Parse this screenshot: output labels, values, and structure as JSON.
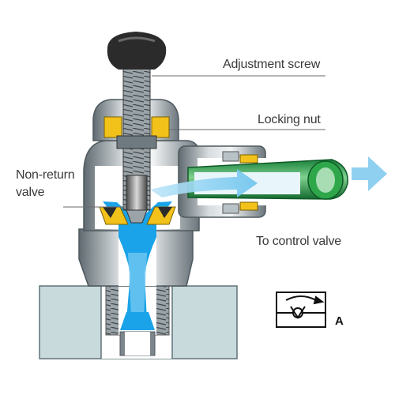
{
  "labels": {
    "adjustment_screw": "Adjustment screw",
    "locking_nut": "Locking nut",
    "non_return_line1": "Non-return",
    "non_return_line2": "valve",
    "to_control_valve": "To control valve",
    "port_letter": "A"
  },
  "colors": {
    "housing_dark": "#6f7a80",
    "housing_light": "#e6eaec",
    "block": "#c9dadc",
    "flow_blue": "#1aa3e8",
    "flow_light": "#bfe4f7",
    "brass": "#f2c21a",
    "tube_green": "#1e9a3c",
    "knob": "#2b2b2b"
  },
  "icons": [
    "knob-icon",
    "flow-arrow-icon",
    "control-valve-symbol-icon"
  ]
}
